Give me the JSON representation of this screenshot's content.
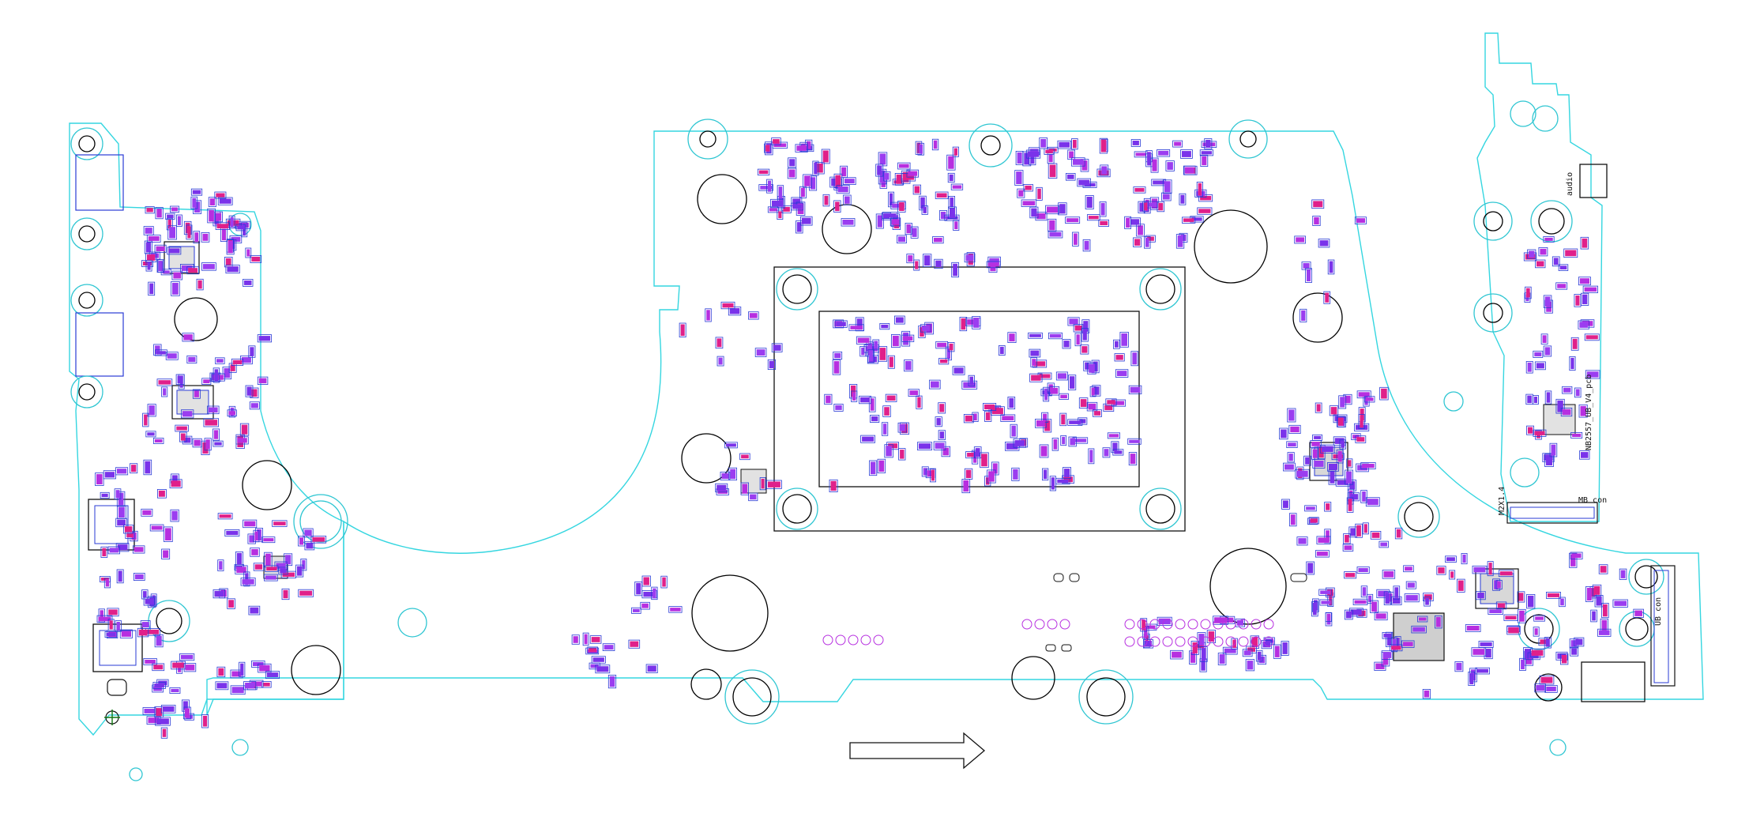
{
  "board": {
    "outline_color": "#35d6e0",
    "component_outline_color": "#2a3bd6",
    "pad_colors": [
      "#b72fe0",
      "#7a33ea",
      "#e0208a",
      "#9b3df0"
    ],
    "hole_color": "#000000"
  },
  "labels": {
    "audio_connector": "audio",
    "board_name": "NB2557_UB_V4_pcb",
    "module_name": "M2X1.4",
    "mb_connector_right_board": "MB  con",
    "ub_connector": "UB  con"
  },
  "icons": {
    "direction_arrow": "arrow-right-icon",
    "ground_marker": "crosshair-icon"
  }
}
